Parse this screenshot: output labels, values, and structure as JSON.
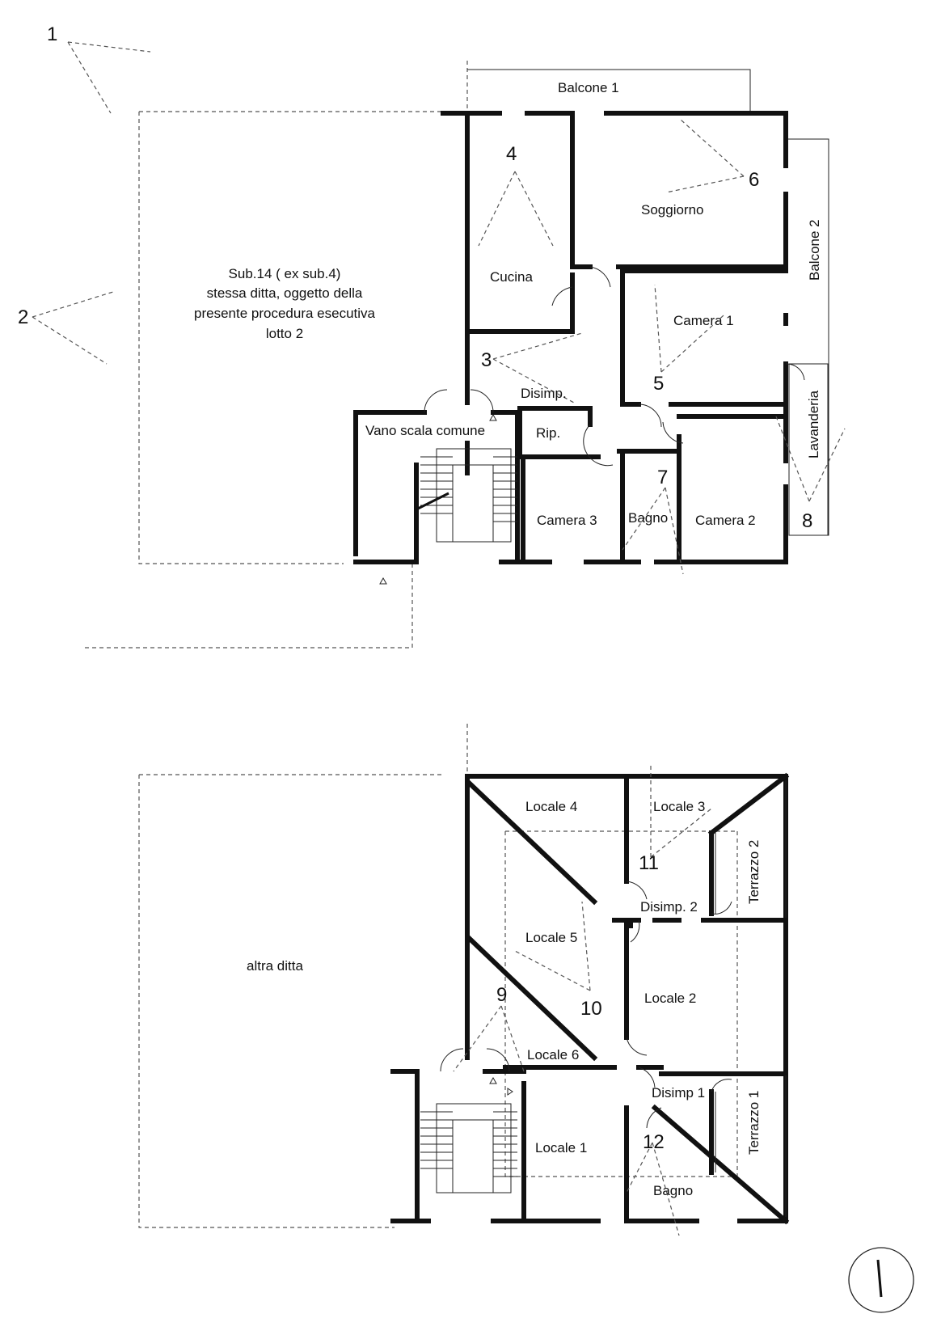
{
  "view_numbers": [
    "1",
    "2",
    "3",
    "4",
    "5",
    "6",
    "7",
    "8",
    "9",
    "10",
    "11",
    "12"
  ],
  "floor_upper": {
    "rooms": {
      "balcone1": "Balcone 1",
      "balcone2": "Balcone 2",
      "soggiorno": "Soggiorno",
      "cucina": "Cucina",
      "camera1": "Camera 1",
      "camera2": "Camera 2",
      "camera3": "Camera 3",
      "bagno": "Bagno",
      "disimp": "Disimp.",
      "rip": "Rip.",
      "lavanderia": "Lavanderia",
      "vano_scala": "Vano scala comune"
    },
    "adjacent_lines": [
      "Sub.14  ( ex sub.4)",
      "stessa ditta, oggetto della",
      "presente procedura esecutiva",
      "lotto 2"
    ]
  },
  "floor_lower": {
    "rooms": {
      "locale1": "Locale 1",
      "locale2": "Locale 2",
      "locale3": "Locale 3",
      "locale4": "Locale 4",
      "locale5": "Locale 5",
      "locale6": "Locale 6",
      "disimp1": "Disimp 1",
      "disimp2": "Disimp. 2",
      "terrazzo1": "Terrazzo 1",
      "terrazzo2": "Terrazzo 2",
      "bagno": "Bagno"
    },
    "adjacent": "altra ditta"
  }
}
